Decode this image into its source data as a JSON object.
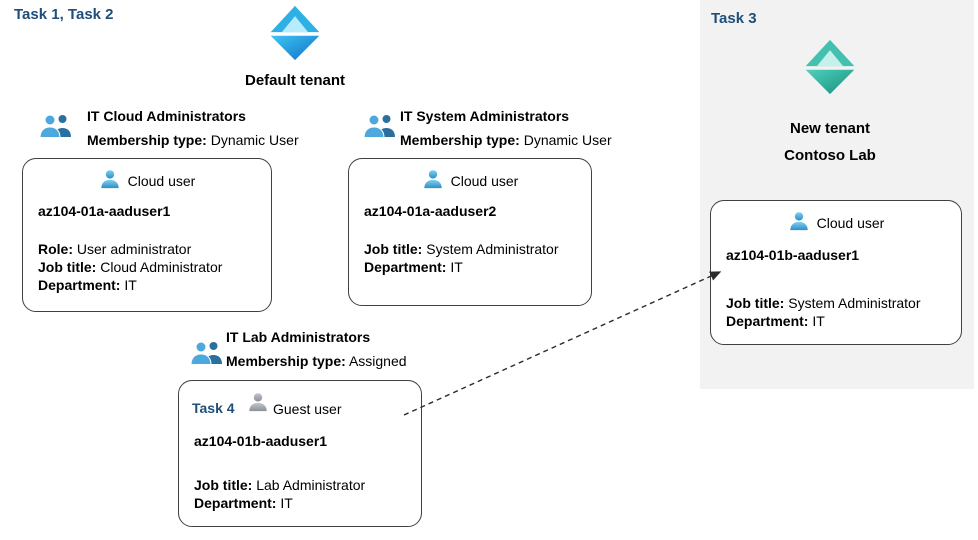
{
  "colors": {
    "task_label": "#1F4E79",
    "panel_background": "#F2F2F2",
    "azure_ad_icon_blue": "#1490DF",
    "new_tenant_icon_teal": "#2BA595",
    "user_icon_blue": "#3FA9DC",
    "guest_icon_gray": "#9AA1A9",
    "card_border": "#404040"
  },
  "tasks": {
    "left_label": "Task 1, Task 2",
    "right_label": "Task 3",
    "guest_card_label": "Task 4"
  },
  "default_tenant": {
    "title": "Default tenant",
    "groups": [
      {
        "name": "IT Cloud Administrators",
        "membership_label": "Membership type:",
        "membership_value": "Dynamic User"
      },
      {
        "name": "IT System Administrators",
        "membership_label": "Membership type:",
        "membership_value": "Dynamic User"
      },
      {
        "name": "IT Lab Administrators",
        "membership_label": "Membership type:",
        "membership_value": "Assigned"
      }
    ],
    "users": [
      {
        "type_label": "Cloud user",
        "username": "az104-01a-aaduser1",
        "attributes": [
          {
            "label": "Role:",
            "value": "User administrator"
          },
          {
            "label": "Job title:",
            "value": "Cloud Administrator"
          },
          {
            "label": "Department:",
            "value": "IT"
          }
        ]
      },
      {
        "type_label": "Cloud user",
        "username": "az104-01a-aaduser2",
        "attributes": [
          {
            "label": "Job title:",
            "value": "System Administrator"
          },
          {
            "label": "Department:",
            "value": "IT"
          }
        ]
      },
      {
        "type_label": "Guest user",
        "username": "az104-01b-aaduser1",
        "attributes": [
          {
            "label": "Job title:",
            "value": "Lab Administrator"
          },
          {
            "label": "Department:",
            "value": "IT"
          }
        ]
      }
    ]
  },
  "new_tenant": {
    "title_line1": "New tenant",
    "title_line2": "Contoso Lab",
    "user": {
      "type_label": "Cloud user",
      "username": "az104-01b-aaduser1",
      "attributes": [
        {
          "label": "Job title:",
          "value": "System Administrator"
        },
        {
          "label": "Department:",
          "value": "IT"
        }
      ]
    }
  }
}
